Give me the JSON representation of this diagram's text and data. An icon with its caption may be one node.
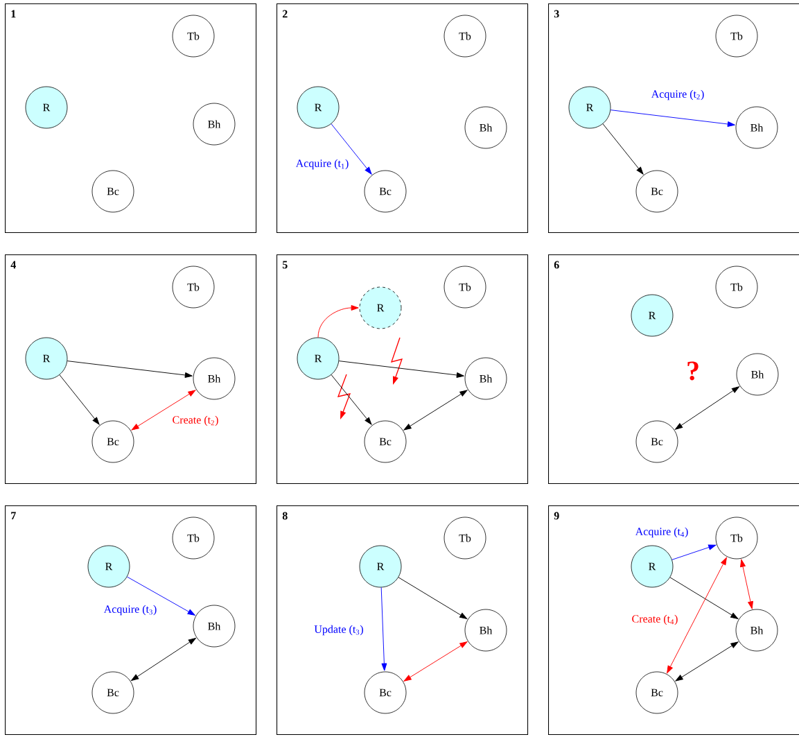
{
  "diagram": {
    "nodes": [
      {
        "text": [
          "1"
        ]
      },
      {
        "text": [
          "R"
        ],
        "in": 0
      },
      {
        "text": [
          "Tb"
        ],
        "in": 0
      },
      {
        "text": [
          "Bh"
        ],
        "in": 0
      },
      {
        "text": [
          "Bc"
        ],
        "in": 0
      },
      {
        "text": [
          "2"
        ]
      },
      {
        "text": [
          "R"
        ],
        "in": 5
      },
      {
        "text": [
          "Tb"
        ],
        "in": 5
      },
      {
        "text": [
          "Bh"
        ],
        "in": 5
      },
      {
        "text": [
          "Bc"
        ],
        "in": 5
      },
      {
        "text": [
          "3"
        ]
      },
      {
        "text": [
          "R"
        ],
        "in": 10
      },
      {
        "text": [
          "Tb"
        ],
        "in": 10
      },
      {
        "text": [
          "Bh"
        ],
        "in": 10
      },
      {
        "text": [
          "Bc"
        ],
        "in": 10
      },
      {
        "text": [
          "4"
        ]
      },
      {
        "text": [
          "R"
        ],
        "in": 15
      },
      {
        "text": [
          "Tb"
        ],
        "in": 15
      },
      {
        "text": [
          "Bh"
        ],
        "in": 15
      },
      {
        "text": [
          "Bc"
        ],
        "in": 15
      },
      {
        "text": [
          "5"
        ]
      },
      {
        "text": [
          "R"
        ],
        "in": 20
      },
      {
        "text": [
          "R"
        ],
        "in": 20
      },
      {
        "text": [
          "Tb"
        ],
        "in": 20
      },
      {
        "text": [
          "Bh"
        ],
        "in": 20
      },
      {
        "text": [
          "Bc"
        ],
        "in": 20
      },
      {
        "text": [
          "6"
        ]
      },
      {
        "text": [
          "R"
        ],
        "in": 26
      },
      {
        "text": [
          "Tb"
        ],
        "in": 26
      },
      {
        "text": [
          "Bh"
        ],
        "in": 26
      },
      {
        "text": [
          "Bc"
        ],
        "in": 26
      },
      {
        "text": [
          "7"
        ]
      },
      {
        "text": [
          "R"
        ],
        "in": 31
      },
      {
        "text": [
          "Tb"
        ],
        "in": 31
      },
      {
        "text": [
          "Bh"
        ],
        "in": 31
      },
      {
        "text": [
          "Bc"
        ],
        "in": 31
      },
      {
        "text": [
          "8"
        ]
      },
      {
        "text": [
          "R"
        ],
        "in": 36
      },
      {
        "text": [
          "Tb"
        ],
        "in": 36
      },
      {
        "text": [
          "Bh"
        ],
        "in": 36
      },
      {
        "text": [
          "Bc"
        ],
        "in": 36
      },
      {
        "text": [
          "9"
        ]
      },
      {
        "text": [
          "R"
        ],
        "in": 41
      },
      {
        "text": [
          "Tb"
        ],
        "in": 41
      },
      {
        "text": [
          "Bh"
        ],
        "in": 41
      },
      {
        "text": [
          "Bc"
        ],
        "in": 41
      }
    ],
    "edges": [
      {
        "from": 6,
        "to": 9,
        "arrow": "to",
        "color": "#0000ff",
        "label": "Acquire (t$_{1}$)"
      },
      {
        "from": 11,
        "to": 14,
        "arrow": "to"
      },
      {
        "from": 11,
        "to": 13,
        "arrow": "to",
        "color": "#0000ff",
        "label": "Acquire (t$_{2}$)"
      },
      {
        "from": 16,
        "to": 18,
        "arrow": "to"
      },
      {
        "from": 16,
        "to": 19,
        "arrow": "to"
      },
      {
        "from": 19,
        "to": 18,
        "arrow": "both",
        "color": "#ff0000",
        "label": "Create (t$_{2}$)"
      },
      {
        "from": 21,
        "to": 22,
        "arrow": "to",
        "color": "#ff0000"
      },
      {
        "from": 21,
        "to": 24,
        "arrow": "to"
      },
      {
        "from": 21,
        "to": 25,
        "arrow": "to"
      },
      {
        "from": 25,
        "to": 24,
        "arrow": "both"
      },
      {
        "from": 30,
        "to": 29,
        "arrow": "both"
      },
      {
        "from": 32,
        "to": 34,
        "arrow": "to",
        "color": "#0000ff",
        "label": "Acquire (t$_{3}$)"
      },
      {
        "from": 35,
        "to": 34,
        "arrow": "both"
      },
      {
        "from": 37,
        "to": 40,
        "arrow": "to",
        "color": "#0000ff",
        "label": "Update (t$_{3}$)"
      },
      {
        "from": 37,
        "to": 39,
        "arrow": "to"
      },
      {
        "from": 40,
        "to": 39,
        "arrow": "both",
        "color": "#ff0000"
      },
      {
        "from": 42,
        "to": 43,
        "arrow": "to",
        "color": "#0000ff",
        "label": "Acquire (t$_{4}$)"
      },
      {
        "from": 42,
        "to": 44,
        "arrow": "to"
      },
      {
        "from": 43,
        "to": 44,
        "arrow": "both",
        "color": "#ff0000"
      },
      {
        "from": 45,
        "to": 43,
        "arrow": "both",
        "color": "#ff0000",
        "label": "Create (t$_{4}$)"
      },
      {
        "from": 45,
        "to": 44,
        "arrow": "both"
      }
    ],
    "labels": [
      "?"
    ]
  }
}
